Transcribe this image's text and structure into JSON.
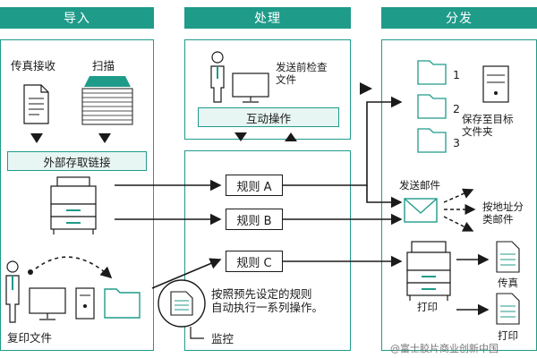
{
  "sections": {
    "import": "导入",
    "process": "处理",
    "distribute": "分发"
  },
  "import_panel": {
    "fax_receive": "传真接收",
    "scan": "扫描",
    "external_link": "外部存取链接",
    "copy_file": "复印文件"
  },
  "process_panel": {
    "check_before_send": "发送前检查\n文件",
    "interactive": "互动操作",
    "rule_a": "规则 A",
    "rule_b": "规则 B",
    "rule_c": "规则 C",
    "auto_desc": "按照预先设定的规则\n自动执行一系列操作。",
    "monitor": "监控"
  },
  "distribute_panel": {
    "folder_1": "1",
    "folder_2": "2",
    "folder_3": "3",
    "save_to_folder": "保存至目标\n文件夹",
    "send_email": "发送邮件",
    "by_address": "按地址分\n类邮件",
    "print": "打印",
    "fax": "传真",
    "print_doc": "打印"
  },
  "watermark": "@富士胶片商业创新中国",
  "colors": {
    "accent": "#1f9b8a",
    "accent_light": "#e8f6f3",
    "dark": "#1a1a1a"
  }
}
